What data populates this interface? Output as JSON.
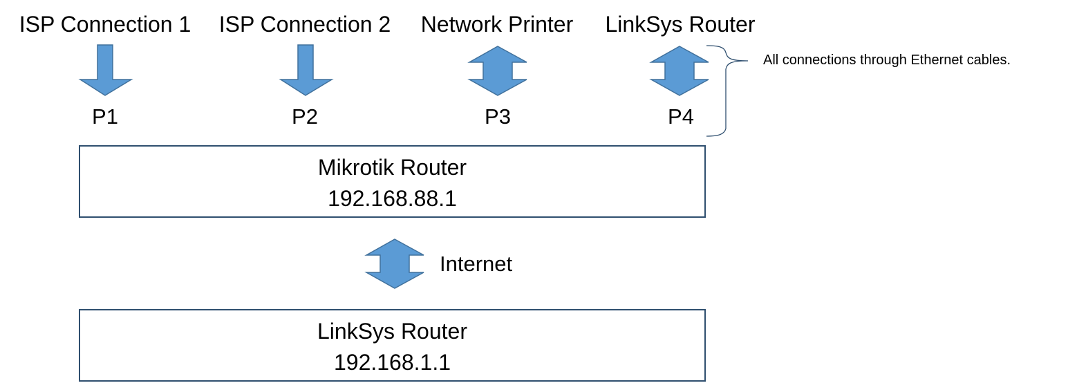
{
  "sources": [
    {
      "label": "ISP Connection 1",
      "port": "P1",
      "arrow": "down"
    },
    {
      "label": "ISP Connection 2",
      "port": "P2",
      "arrow": "down"
    },
    {
      "label": "Network Printer",
      "port": "P3",
      "arrow": "up-down"
    },
    {
      "label": "LinkSys Router",
      "port": "P4",
      "arrow": "up-down"
    }
  ],
  "annotation": {
    "text": "All connections through Ethernet cables."
  },
  "mikrotik": {
    "name": "Mikrotik Router",
    "ip": "192.168.88.1"
  },
  "link": {
    "label": "Internet"
  },
  "linksys": {
    "name": "LinkSys Router",
    "ip": "192.168.1.1"
  },
  "colors": {
    "arrow_fill": "#5b9bd5",
    "arrow_stroke": "#41719c",
    "box_border": "#2f4f6f",
    "brace": "#2f4f6f"
  }
}
